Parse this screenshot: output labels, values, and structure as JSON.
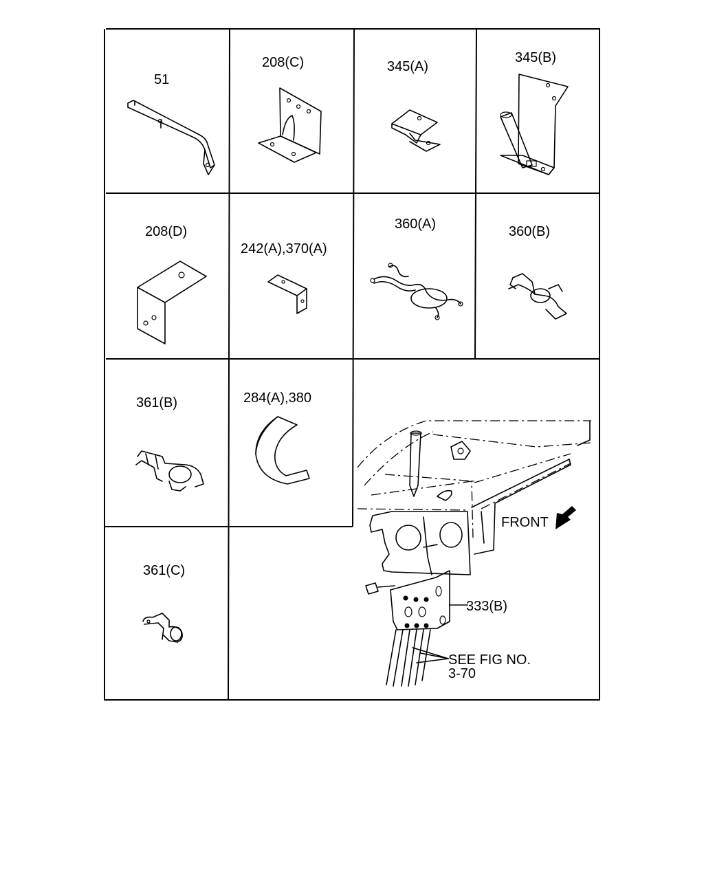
{
  "parts": [
    {
      "id": "p51",
      "label": "51"
    },
    {
      "id": "p208c",
      "label": "208(C)"
    },
    {
      "id": "p345a",
      "label": "345(A)"
    },
    {
      "id": "p345b",
      "label": "345(B)"
    },
    {
      "id": "p208d",
      "label": "208(D)"
    },
    {
      "id": "p242",
      "label": "242(A),370(A)"
    },
    {
      "id": "p360a",
      "label": "360(A)"
    },
    {
      "id": "p360b",
      "label": "360(B)"
    },
    {
      "id": "p361b",
      "label": "361(B)"
    },
    {
      "id": "p284",
      "label": "284(A),380"
    },
    {
      "id": "p361c",
      "label": "361(C)"
    }
  ],
  "assembly": {
    "front_label": "FRONT",
    "bracket_label": "333(B)",
    "see_fig_line1": "SEE FIG NO.",
    "see_fig_line2": "3-70"
  }
}
